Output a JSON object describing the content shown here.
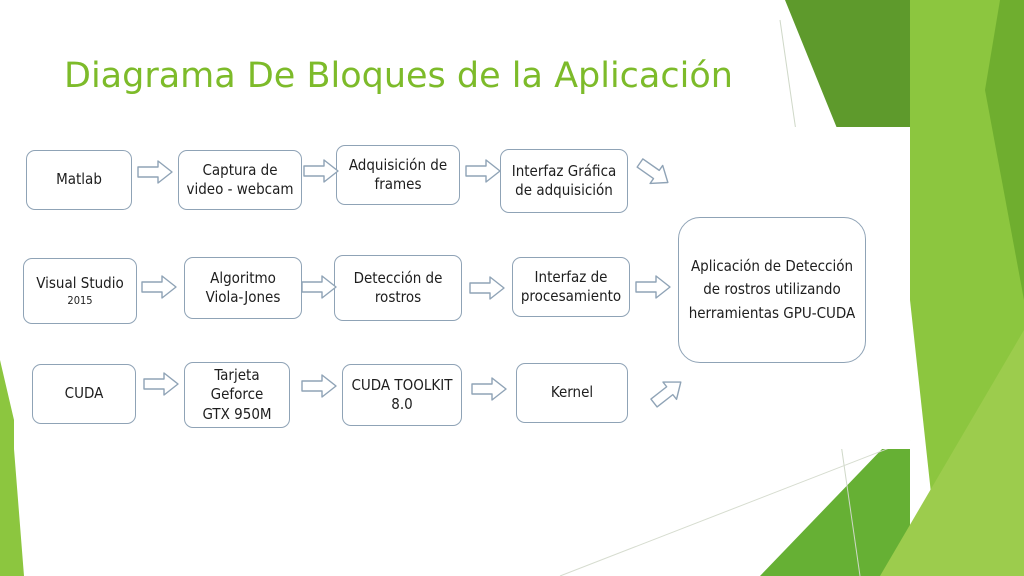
{
  "slide": {
    "title": "Diagrama De Bloques de la Aplicación",
    "colors": {
      "title": "#7dbb2a",
      "accent_light": "#8cc63f",
      "accent_dark": "#5e9a2c",
      "node_border": "#8fa3b6",
      "arrow": "#8fa3b6"
    }
  },
  "diagram": {
    "row1": {
      "matlab": "Matlab",
      "captura": "Captura de\nvideo - webcam",
      "adquisicion": "Adquisición de\nframes",
      "interfaz_grafica": "Interfaz Gráfica\nde adquisición"
    },
    "row2": {
      "visual_studio": "Visual Studio",
      "visual_studio_version": "2015",
      "viola_jones": "Algoritmo\nViola-Jones",
      "deteccion": "Detección de\nrostros",
      "interfaz_proc": "Interfaz de\nprocesamiento"
    },
    "row3": {
      "cuda": "CUDA",
      "tarjeta": "Tarjeta\nGeforce\nGTX 950M",
      "toolkit": "CUDA TOOLKIT\n8.0",
      "kernel": "Kernel"
    },
    "result": "Aplicación de Detección\nde rostros utilizando\nherramientas GPU-CUDA"
  }
}
